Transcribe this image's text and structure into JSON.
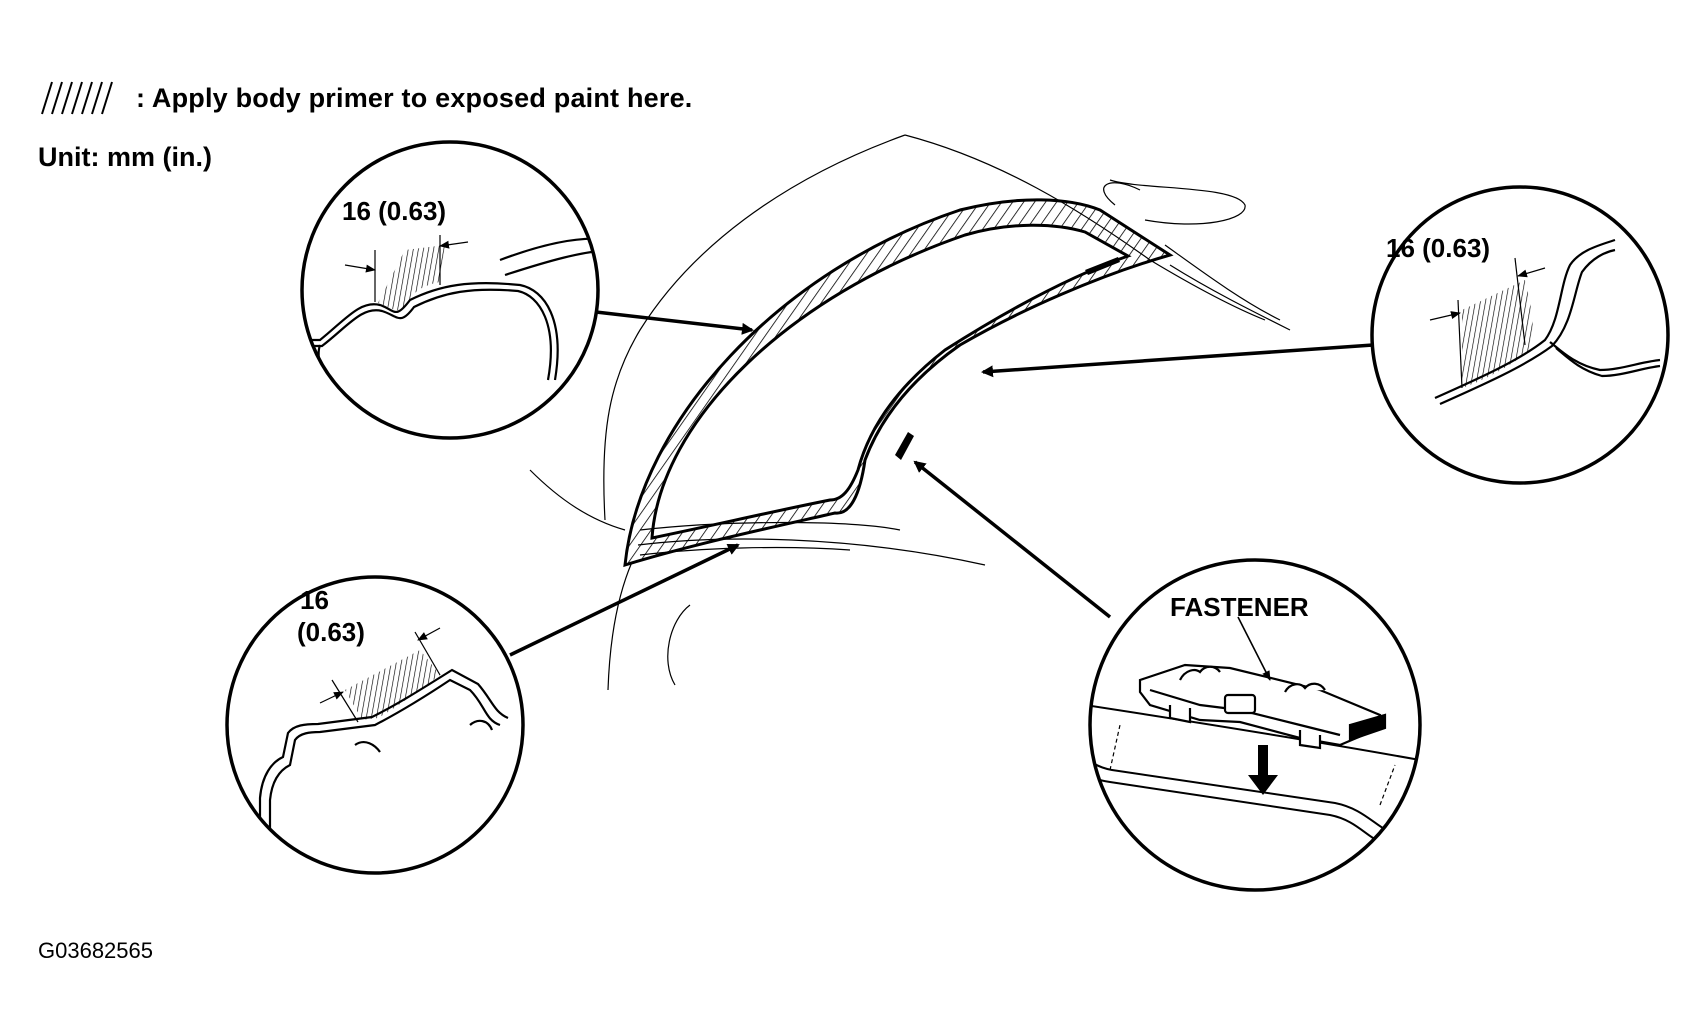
{
  "legend": {
    "text": ": Apply body primer to exposed paint here."
  },
  "unit": "Unit: mm (in.)",
  "figure_id": "G03682565",
  "callouts": {
    "top_left": {
      "dim": "16 (0.63)"
    },
    "right": {
      "dim": "16 (0.63)"
    },
    "bottom_left": {
      "dim_top": "16",
      "dim_bottom": "(0.63)"
    },
    "fastener": {
      "label": "FASTENER"
    }
  }
}
